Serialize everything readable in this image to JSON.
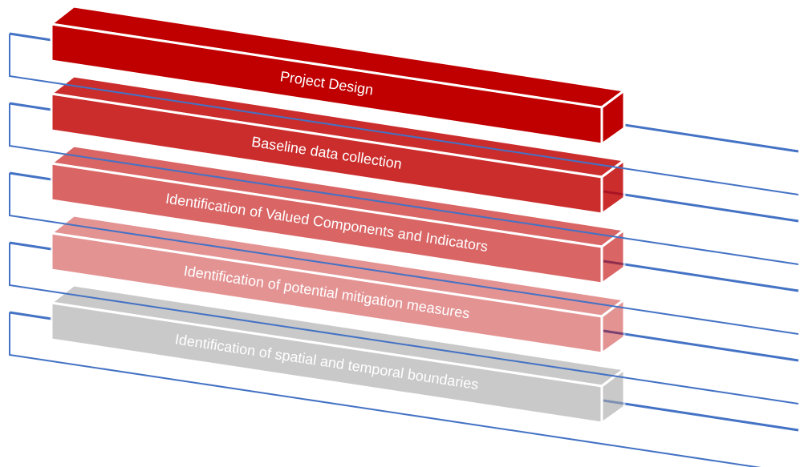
{
  "diagram": {
    "steps": [
      {
        "id": "project-design",
        "label": "Project Design",
        "color": "#c00000",
        "opacity": 1.0
      },
      {
        "id": "baseline-data-collection",
        "label": "Baseline data collection",
        "color": "#c00000",
        "opacity": 0.82
      },
      {
        "id": "identification-valued-components",
        "label": "Identification of Valued Components and Indicators",
        "color": "#c00000",
        "opacity": 0.6
      },
      {
        "id": "identification-mitigation-measures",
        "label": "Identification of potential mitigation measures",
        "color": "#c00000",
        "opacity": 0.42
      },
      {
        "id": "identification-boundaries",
        "label": "Identification of spatial and temporal boundaries",
        "color": "#a6a6a6",
        "opacity": 0.6
      }
    ],
    "frame_color": "#4472c4",
    "text_color": "#ffffff"
  }
}
